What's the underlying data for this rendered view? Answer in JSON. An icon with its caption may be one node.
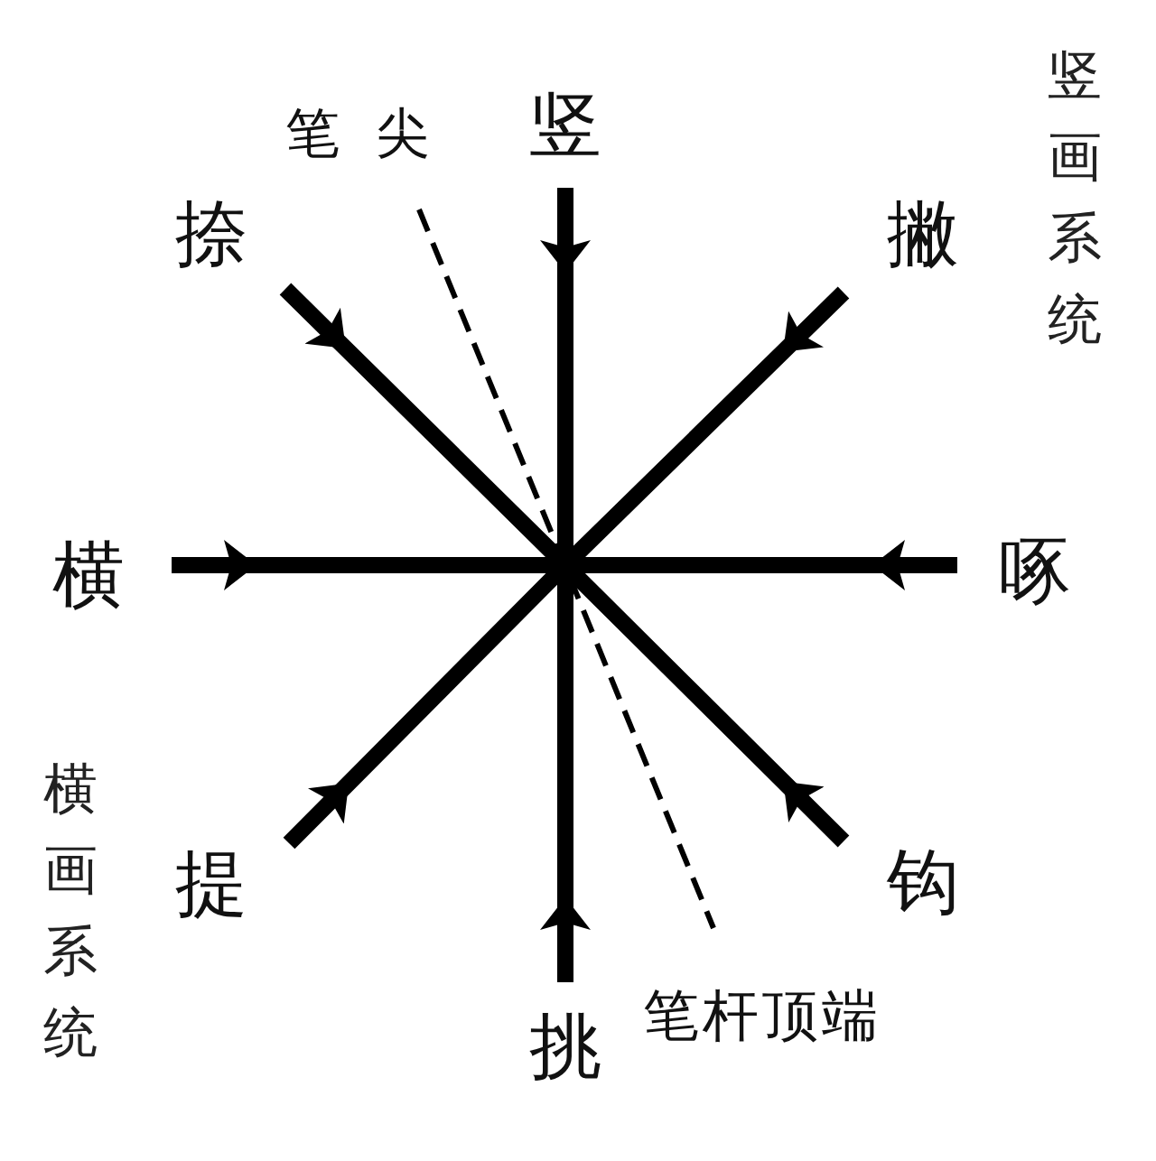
{
  "diagram": {
    "nodes": [
      {
        "text": [
          "笔尖"
        ]
      },
      {
        "text": [
          "竖"
        ]
      },
      {
        "text": [
          "捺"
        ]
      },
      {
        "text": [
          "撇"
        ]
      },
      {
        "text": [
          "横"
        ]
      },
      {
        "text": [
          "啄"
        ]
      },
      {
        "text": [
          "提"
        ]
      },
      {
        "text": [
          "钩"
        ]
      },
      {
        "text": [
          "挑"
        ]
      },
      {
        "text": [
          "笔杆顶端"
        ]
      }
    ],
    "edges": [
      {
        "from": 0,
        "to": 9,
        "arrow": "none",
        "style": "dashed"
      }
    ],
    "labels": [
      "竖画系统",
      "横画系统"
    ]
  }
}
